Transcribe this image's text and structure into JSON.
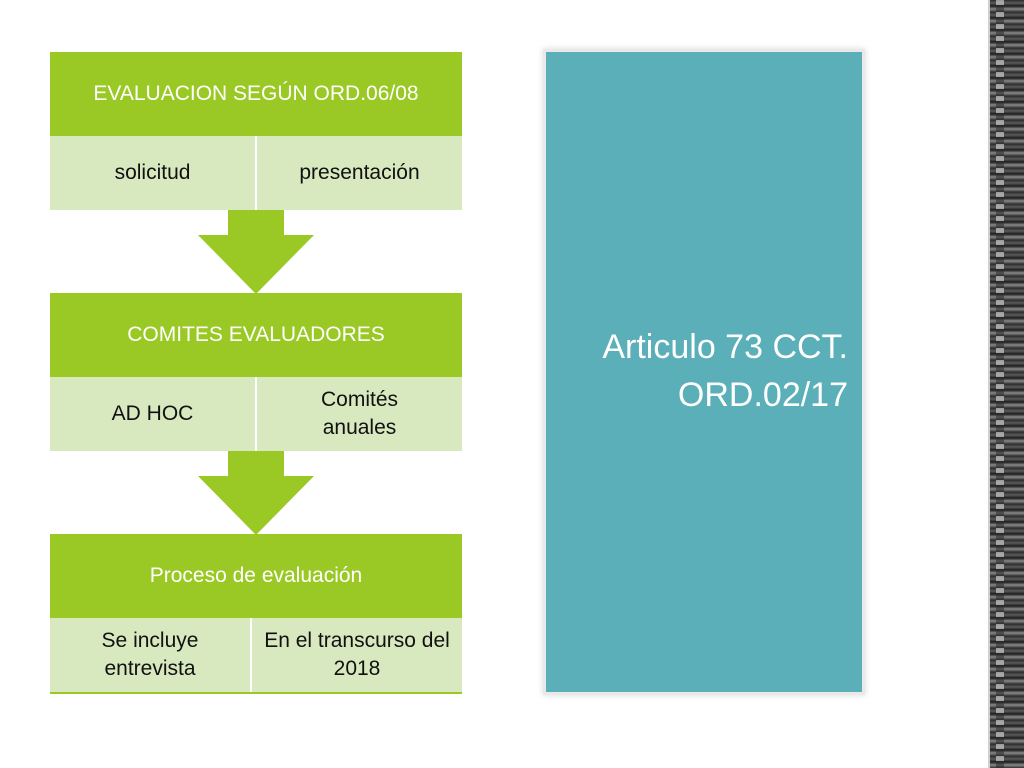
{
  "flow": [
    {
      "title": "EVALUACION SEGÚN ORD.06/08",
      "cells": [
        "solicitud",
        "presentación"
      ]
    },
    {
      "title": "COMITES EVALUADORES",
      "cells": [
        "AD HOC",
        "Comités anuales"
      ]
    },
    {
      "title": "Proceso de evaluación",
      "cells": [
        "Se incluye entrevista",
        "En el transcurso del 2018"
      ]
    }
  ],
  "panel": {
    "line1": "Articulo 73 CCT.",
    "line2": "ORD.02/17"
  },
  "colors": {
    "header": "#9ac925",
    "cell": "#d8e8bf",
    "arrow": "#9ac925",
    "panel": "#5aafb8"
  }
}
